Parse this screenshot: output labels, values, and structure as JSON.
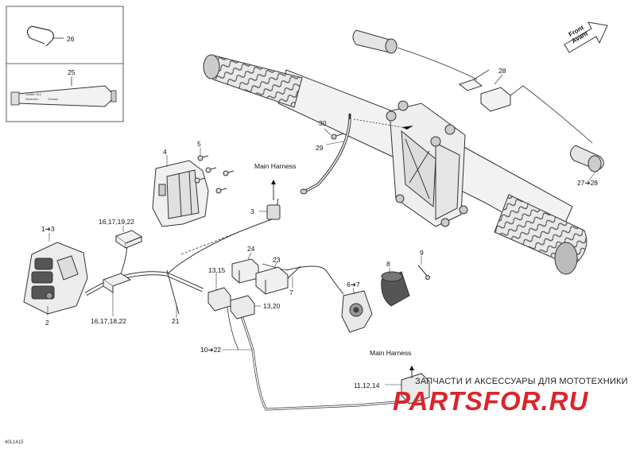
{
  "labels": {
    "l26": "26",
    "l25": "25",
    "l4": "4",
    "l5": "5",
    "l30": "30",
    "l29": "29",
    "l28": "28",
    "l2728": "27➔28",
    "l3": "3",
    "l1_3": "1➔3",
    "l16_22a": "16,17,19,22",
    "l2": "2",
    "l16_22b": "16,17,18,22",
    "l21": "21",
    "l24": "24",
    "l23": "23",
    "l7": "7",
    "l1315": "13,15",
    "l1320": "13,20",
    "l10_22": "10➔22",
    "l8": "8",
    "l9": "9",
    "l67": "6➔7",
    "l1114": "11,12,14"
  },
  "harness": {
    "top": "Main Harness",
    "bottom": "Main Harness"
  },
  "front": {
    "line1": "Front",
    "line2": "Avant"
  },
  "tube_text": {
    "a": "Loctite 243",
    "b": "Dielectric",
    "c": "Grease"
  },
  "watermark": {
    "text": "ЗАПЧАСТИ И АКСЕССУАРЫ ДЛЯ МОТОТЕХНИКИ",
    "logo": "PARTSFOR.RU"
  },
  "code": "40L1415",
  "colors": {
    "line": "#333333",
    "fill": "#f2f2f2",
    "dark": "#666666",
    "red": "#d9262c"
  }
}
